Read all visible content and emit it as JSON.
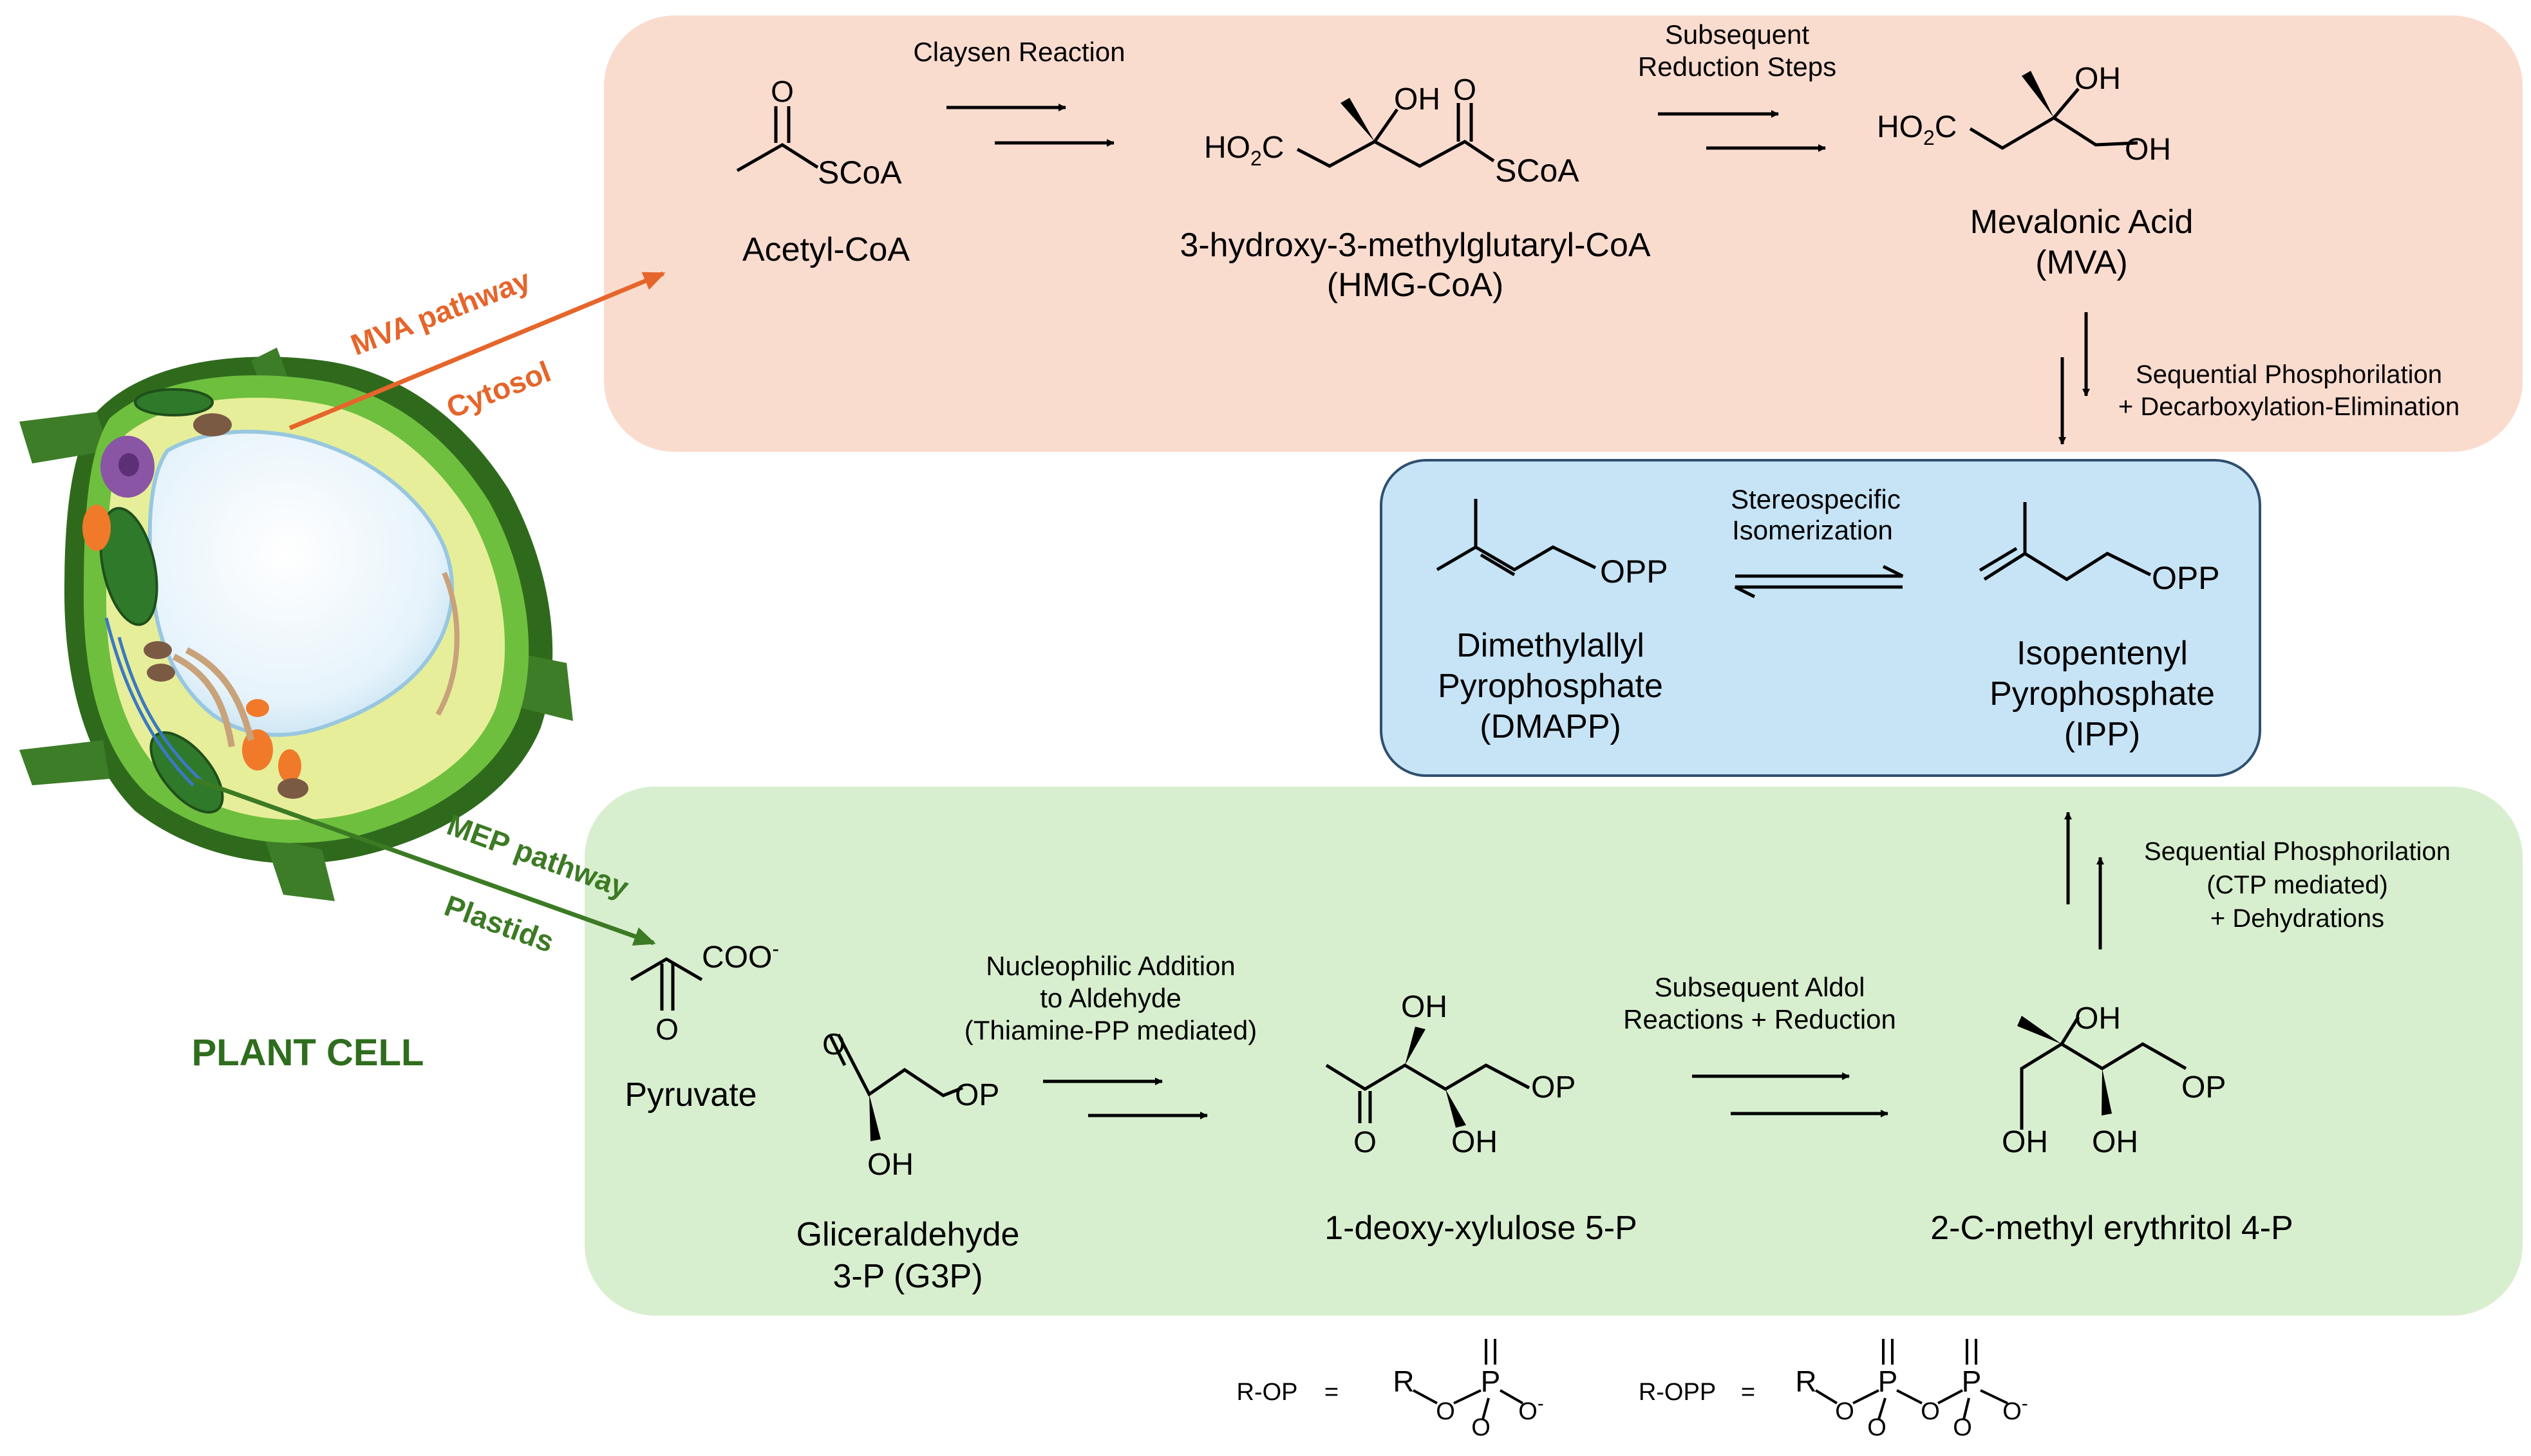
{
  "colors": {
    "mva_panel": "#fadccf",
    "mva_accent": "#e5652b",
    "center_panel": "#c7e4f6",
    "center_border": "#2f4f6f",
    "mep_panel": "#d8efcf",
    "mep_accent": "#3c7a24",
    "cell_title": "#2f6d1e"
  },
  "cell": {
    "title": "PLANT CELL",
    "mva_pathway_label": "MVA pathway",
    "mva_location_label": "Cytosol",
    "mep_pathway_label": "MEP pathway",
    "mep_location_label": "Plastids"
  },
  "mva": {
    "acetyl_coa": {
      "name": "Acetyl-CoA",
      "group": "SCoA",
      "oxygen": "O"
    },
    "step1_label": "Claysen Reaction",
    "hmg_coa": {
      "name_line1": "3-hydroxy-3-methylglutaryl-CoA",
      "name_line2": "(HMG-CoA)",
      "acid": "HO",
      "acid_sub": "2",
      "acid_c": "C",
      "oh": "OH",
      "oxygen": "O",
      "group": "SCoA"
    },
    "step2_label_line1": "Subsequent",
    "step2_label_line2": "Reduction Steps",
    "mva_acid": {
      "name_line1": "Mevalonic Acid",
      "name_line2": "(MVA)",
      "acid": "HO",
      "acid_sub": "2",
      "acid_c": "C",
      "oh1": "OH",
      "oh2": "OH"
    },
    "step3_label_line1": "Sequential Phosphorilation",
    "step3_label_line2": "+ Decarboxylation-Elimination"
  },
  "center": {
    "dmapp": {
      "name_line1": "Dimethylallyl",
      "name_line2": "Pyrophosphate",
      "name_line3": "(DMAPP)",
      "group": "OPP"
    },
    "isomer_label_line1": "Stereospecific",
    "isomer_label_line2": "Isomerization",
    "ipp": {
      "name_line1": "Isopentenyl",
      "name_line2": "Pyrophosphate",
      "name_line3": "(IPP)",
      "group": "OPP"
    }
  },
  "mep": {
    "pyruvate": {
      "name": "Pyruvate",
      "group": "COO",
      "charge": "-",
      "oxygen": "O"
    },
    "g3p": {
      "name_line1": "Gliceraldehyde",
      "name_line2": "3-P (G3P)",
      "oxygen": "O",
      "op": "OP",
      "oh": "OH"
    },
    "step1_label_line1": "Nucleophilic Addition",
    "step1_label_line2": "to Aldehyde",
    "step1_label_line3": "(Thiamine-PP mediated)",
    "dxp": {
      "name": "1-deoxy-xylulose 5-P",
      "oh1": "OH",
      "oh2": "OH",
      "oxygen": "O",
      "op": "OP"
    },
    "step2_label_line1": "Subsequent Aldol",
    "step2_label_line2": "Reactions + Reduction",
    "mep_compound": {
      "name": "2-C-methyl erythritol 4-P",
      "oh1": "OH",
      "oh2": "OH",
      "oh3": "OH",
      "op": "OP"
    },
    "step3_label_line1": "Sequential Phosphorilation",
    "step3_label_line2": "(CTP mediated)",
    "step3_label_line3": "+ Dehydrations"
  },
  "legend": {
    "rop_label": "R-OP",
    "ropp_label": "R-OPP",
    "equals": "=",
    "r": "R",
    "o": "O",
    "p": "P",
    "minus": "-"
  }
}
